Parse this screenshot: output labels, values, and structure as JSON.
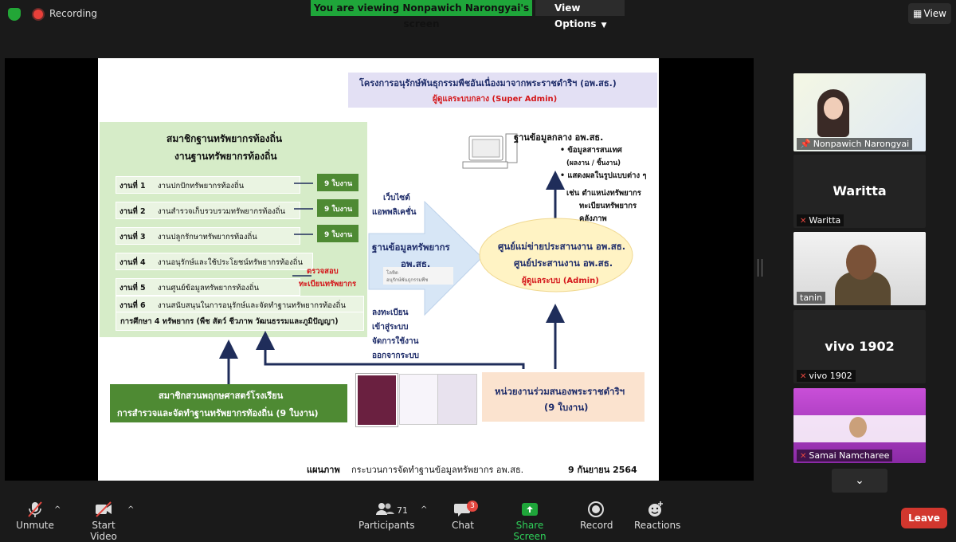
{
  "topbar": {
    "recording_label": "Recording",
    "viewing_banner": "You are viewing Nonpawich Narongyai's screen",
    "view_options": "View Options",
    "view_button": "View"
  },
  "slide": {
    "top_title": "โครงการอนุรักษ์พันธุกรรมพืชอันเนื่องมาจากพระราชดำริฯ (อพ.สธ.)",
    "top_subtitle": "ผู้ดูแลระบบกลาง (Super Admin)",
    "left_box_title_1": "สมาชิกฐานทรัพยากรท้องถิ่น",
    "left_box_title_2": "งานฐานทรัพยากรท้องถิ่น",
    "tasks": [
      {
        "num": "งานที่ 1",
        "text": "งานปกปักทรัพยากรท้องถิ่น"
      },
      {
        "num": "งานที่ 2",
        "text": "งานสำรวจเก็บรวบรวมทรัพยากรท้องถิ่น"
      },
      {
        "num": "งานที่ 3",
        "text": "งานปลูกรักษาทรัพยากรท้องถิ่น"
      },
      {
        "num": "งานที่ 4",
        "text": "งานอนุรักษ์และใช้ประโยชน์ทรัพยากรท้องถิ่น"
      },
      {
        "num": "งานที่ 5",
        "text": "งานศูนย์ข้อมูลทรัพยากรท้องถิ่น"
      },
      {
        "num": "งานที่ 6",
        "text": "งานสนับสนุนในการอนุรักษ์และจัดทำฐานทรัพยากรท้องถิ่น"
      }
    ],
    "study_row": "การศึกษา 4 ทรัพยากร (พืช สัตว์ ชีวภาพ วัฒนธรรมและภูมิปัญญา)",
    "nine_forms": "9 ใบงาน",
    "verify_1": "ตรวจสอบ",
    "verify_2": "ทะเบียนทรัพยากร",
    "website_1": "เว็บไซต์",
    "website_2": "แอพพลิเคชั่น",
    "db_title_1": "ฐานข้อมูลทรัพยากร",
    "db_title_2": "อพ.สธ.",
    "db_logo_1": "โลหิต",
    "db_logo_2": "อนุรักษ์พันธุกรรมพืช",
    "register": [
      "ลงทะเบียน",
      "เข้าสู่ระบบ",
      "จัดการใช้งาน",
      "ออกจากระบบ"
    ],
    "central_db_title": "ฐานข้อมูลกลาง อพ.สธ.",
    "central_items": [
      "• ข้อมูลสารสนเทศ",
      "(ผลงาน / ชิ้นงาน)",
      "• แสดงผลในรูปแบบต่าง ๆ",
      "เช่น ตำแหน่งทรัพยากร",
      "ทะเบียนทรัพยากร",
      "คลังภาพ"
    ],
    "network_1": "ศูนย์แม่ข่ายประสานงาน อพ.สธ.",
    "network_2": "ศูนย์ประสานงาน อพ.สธ.",
    "network_3": "ผู้ดูแลระบบ (Admin)",
    "bottom_green_1": "สมาชิกสวนพฤกษศาสตร์โรงเรียน",
    "bottom_green_2": "การสำรวจและจัดทำฐานทรัพยากรท้องถิ่น (9 ใบงาน)",
    "bottom_orange_1": "หน่วยงานร่วมสนองพระราชดำริฯ",
    "bottom_orange_2": "(9 ใบงาน)",
    "caption_bold": "แผนภาพ",
    "caption_text": "กระบวนการจัดทำฐานข้อมูลทรัพยากร อพ.สธ.",
    "caption_date": "9 กันยายน 2564"
  },
  "participants_panel": {
    "tiles": [
      {
        "name": "Nonpawich Narongyai",
        "type": "video"
      },
      {
        "name": "Waritta",
        "big_name": "Waritta",
        "type": "name"
      },
      {
        "name": "tanin",
        "type": "video"
      },
      {
        "name": "vivo 1902",
        "big_name": "vivo 1902",
        "type": "name"
      },
      {
        "name": "Samai Namcharee",
        "type": "video"
      }
    ]
  },
  "toolbar": {
    "unmute": "Unmute",
    "start_video": "Start Video",
    "participants": "Participants",
    "participants_count": "71",
    "chat": "Chat",
    "chat_badge": "3",
    "share_screen": "Share Screen",
    "record": "Record",
    "reactions": "Reactions",
    "leave": "Leave"
  },
  "colors": {
    "zoom_green": "#1fa63a",
    "leave_red": "#d2372e",
    "slide_green": "#d6ecc8",
    "slide_dark_green": "#4e8a33",
    "slide_orange": "#fbe3cf",
    "slide_yellow": "#fff3c4",
    "slide_lavender": "#e3e0f4",
    "arrow_navy": "#1f2d5a"
  }
}
